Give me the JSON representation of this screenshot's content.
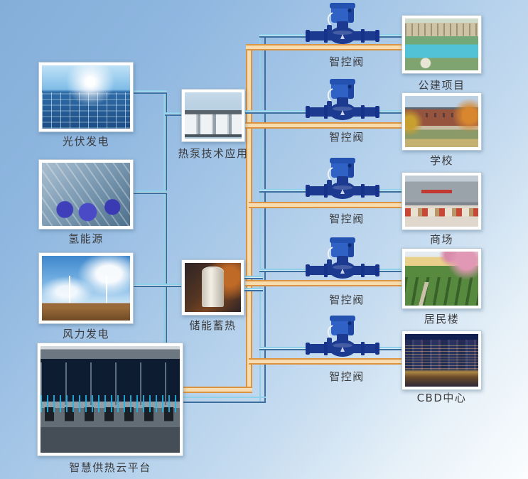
{
  "sources": [
    {
      "label": "光伏发电"
    },
    {
      "label": "氢能源"
    },
    {
      "label": "风力发电"
    },
    {
      "label": "智慧供热云平台"
    }
  ],
  "converters": [
    {
      "label": "热泵技术应用"
    },
    {
      "label": "储能蓄热"
    }
  ],
  "valve_rows": [
    {
      "label": "智控阀"
    },
    {
      "label": "智控阀"
    },
    {
      "label": "智控阀"
    },
    {
      "label": "智控阀"
    },
    {
      "label": "智控阀"
    }
  ],
  "buildings": [
    {
      "label": "公建项目"
    },
    {
      "label": "学校"
    },
    {
      "label": "商场"
    },
    {
      "label": "居民楼"
    },
    {
      "label": "CBD中心"
    }
  ],
  "colors": {
    "pipe_blue": "#3c6f9f",
    "pipe_blue_light": "#8fd0ea",
    "pipe_orange": "#dd9440",
    "pipe_orange_fill": "#f6dcae",
    "valve_blue": "#1c3a90"
  }
}
